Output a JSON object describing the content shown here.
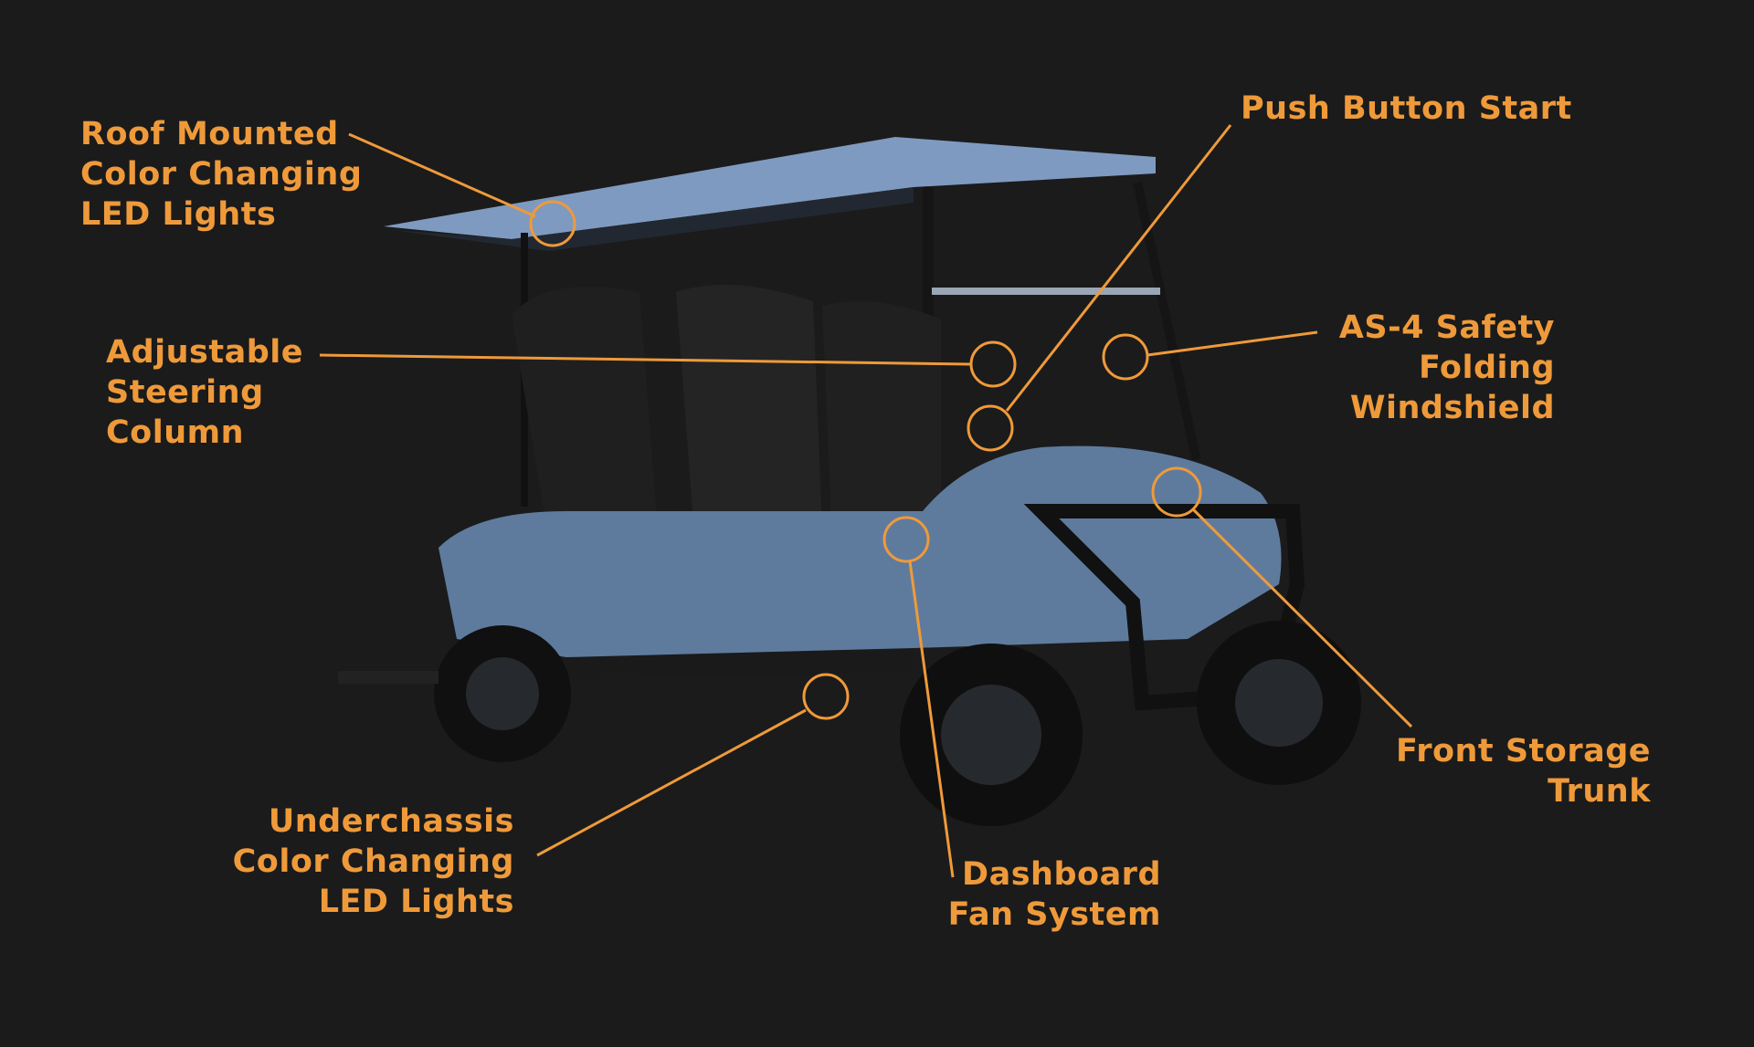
{
  "accent_color": "#ef9a3a",
  "callouts": {
    "roof": {
      "lines": [
        "Roof Mounted",
        "Color Changing",
        "LED Lights"
      ]
    },
    "push": {
      "lines": [
        "Push Button Start"
      ]
    },
    "steering": {
      "lines": [
        "Adjustable",
        "Steering",
        "Column"
      ]
    },
    "windshield": {
      "lines": [
        "AS-4 Safety",
        "Folding",
        "Windshield"
      ]
    },
    "trunk": {
      "lines": [
        "Front Storage",
        "Trunk"
      ]
    },
    "fan": {
      "lines": [
        "Dashboard",
        "Fan System"
      ]
    },
    "under": {
      "lines": [
        "Underchassis",
        "Color Changing",
        "LED Lights"
      ]
    }
  }
}
